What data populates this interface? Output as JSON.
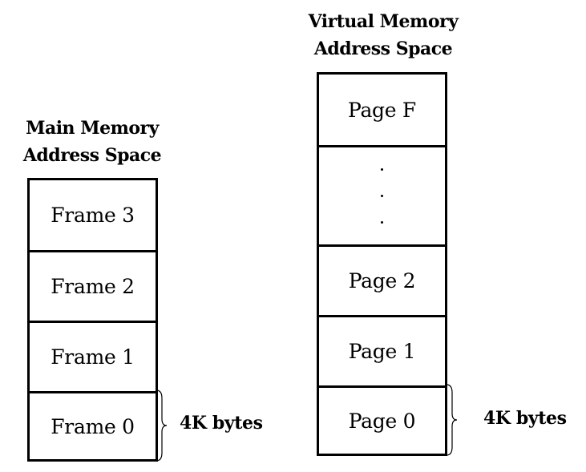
{
  "main_memory": {
    "heading_line1": "Main Memory",
    "heading_line2": "Address Space",
    "frames": [
      "Frame 3",
      "Frame 2",
      "Frame 1",
      "Frame 0"
    ],
    "size_label": "4K bytes"
  },
  "virtual_memory": {
    "heading_line1": "Virtual Memory",
    "heading_line2": "Address Space",
    "pages_top": [
      "Page F"
    ],
    "ellipsis": "...",
    "pages_bottom": [
      "Page 2",
      "Page 1",
      "Page 0"
    ],
    "size_label": "4K bytes"
  }
}
